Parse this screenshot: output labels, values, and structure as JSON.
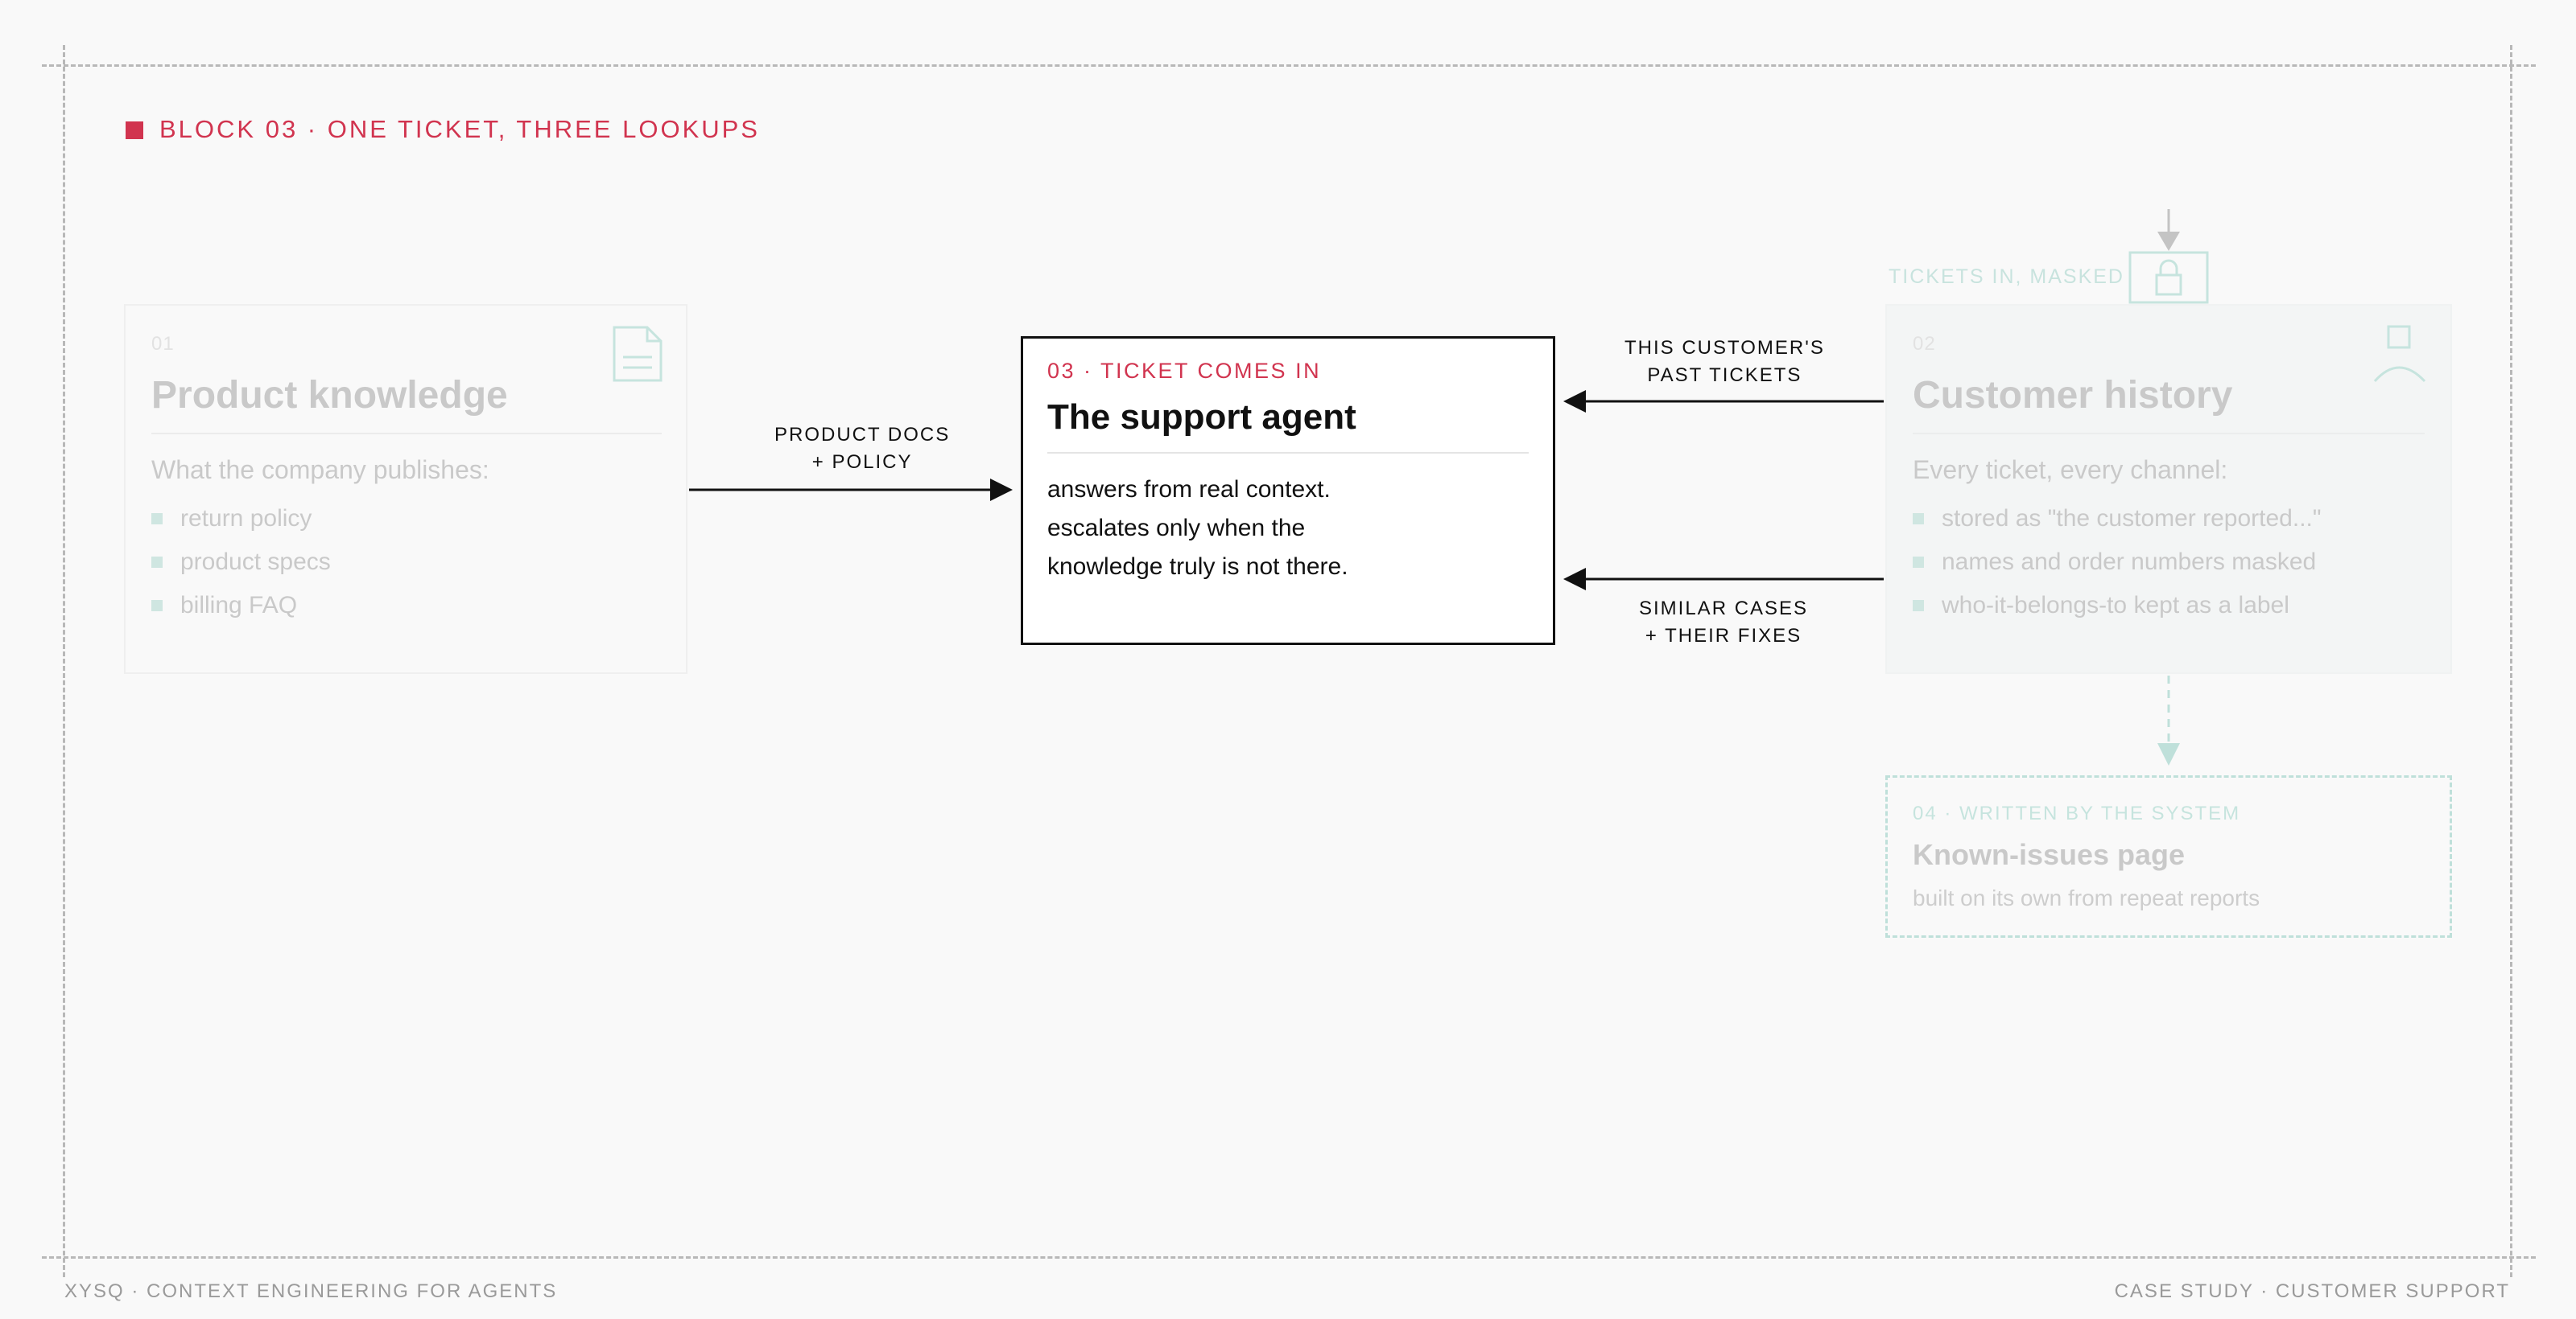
{
  "header": {
    "block_title": "BLOCK 03 · ONE TICKET, THREE LOOKUPS"
  },
  "product_card": {
    "number": "01",
    "title": "Product knowledge",
    "intro": "What the company publishes:",
    "items": [
      "return policy",
      "product specs",
      "billing FAQ"
    ],
    "icon": "document-icon"
  },
  "agent_card": {
    "kicker": "03 · TICKET COMES IN",
    "title": "The support agent",
    "lines": [
      "answers from real context.",
      "escalates only when the",
      "knowledge truly is not there."
    ]
  },
  "history_card": {
    "number": "02",
    "title": "Customer history",
    "intro": "Every ticket, every channel:",
    "items": [
      "stored as \"the customer reported...\"",
      "names and order numbers masked",
      "who-it-belongs-to kept as a label"
    ],
    "icon": "person-icon"
  },
  "masked_input": {
    "label": "TICKETS IN, MASKED",
    "icon": "lock-icon"
  },
  "arrows": {
    "product_to_agent": [
      "PRODUCT DOCS",
      "+ POLICY"
    ],
    "history_past": [
      "THIS CUSTOMER'S",
      "PAST TICKETS"
    ],
    "history_similar": [
      "SIMILAR CASES",
      "+ THEIR FIXES"
    ]
  },
  "known_issues": {
    "kicker": "04 · WRITTEN BY THE SYSTEM",
    "title": "Known-issues page",
    "subtitle": "built on its own from repeat reports"
  },
  "footer": {
    "left": "XYSQ · CONTEXT ENGINEERING FOR AGENTS",
    "right": "CASE STUDY · CUSTOMER SUPPORT"
  },
  "colors": {
    "accent": "#d1344f",
    "teal": "#bfe0da",
    "ink": "#111111",
    "faded": "#c9c9c9"
  }
}
